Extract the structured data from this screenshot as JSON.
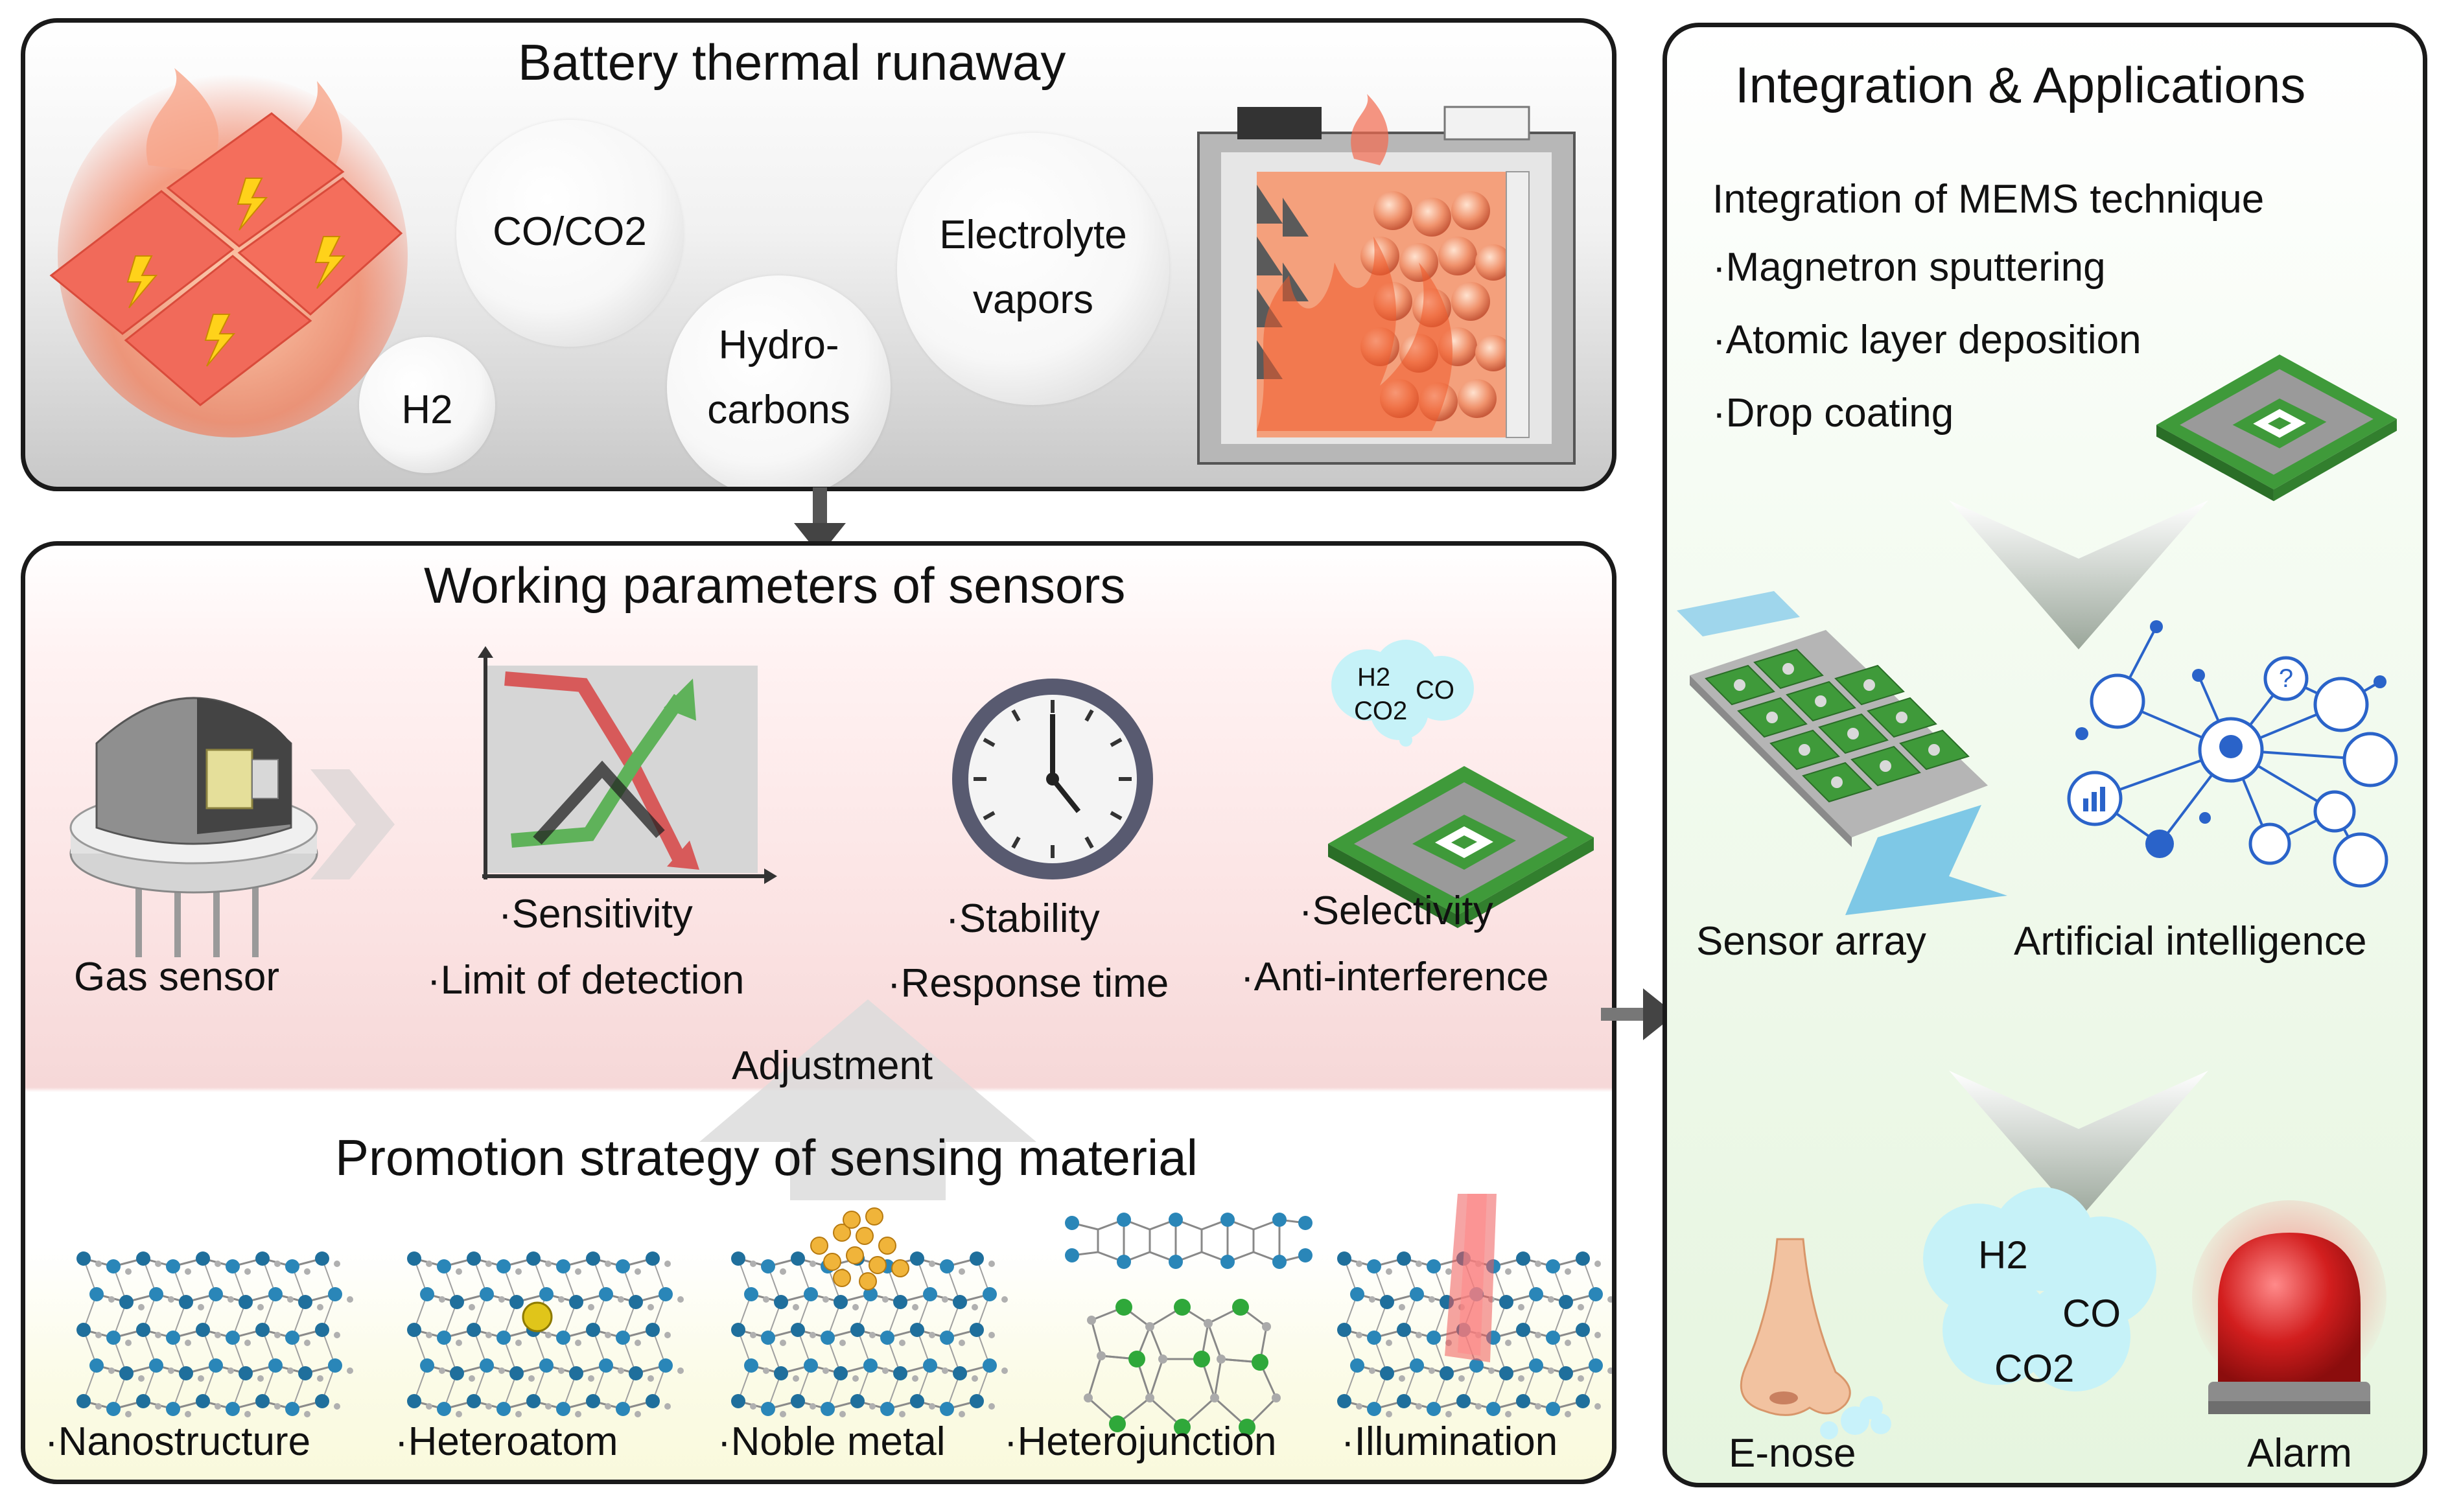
{
  "battery": {
    "title": "Battery thermal runaway",
    "gases": {
      "h2": "H2",
      "co_co2": "CO/CO2",
      "hydrocarbons_1": "Hydro-",
      "hydrocarbons_2": "carbons",
      "electrolyte_1": "Electrolyte",
      "electrolyte_2": "vapors"
    }
  },
  "params": {
    "title": "Working parameters of sensors",
    "gas_sensor": "Gas sensor",
    "sensitivity": "·Sensitivity",
    "lod": "·Limit of detection",
    "stability": "·Stability",
    "response_time": "·Response time",
    "selectivity": "·Selectivity",
    "anti_interference": "·Anti-interference",
    "adjustment": "Adjustment",
    "promotion_title": "Promotion strategy of sensing material",
    "strategies": [
      "·Nanostructure",
      "·Heteroatom",
      "·Noble metal",
      "·Heterojunction",
      "·Illumination"
    ],
    "cloud": {
      "h2": "H2",
      "co": "CO",
      "co2": "CO2"
    }
  },
  "apps": {
    "title": "Integration & Applications",
    "mems_title": "Integration of MEMS technique",
    "mems_items": [
      "·Magnetron sputtering",
      "·Atomic layer deposition",
      "·Drop coating"
    ],
    "sensor_array": "Sensor array",
    "ai": "Artificial intelligence",
    "enose": "E-nose",
    "alarm": "Alarm",
    "cloud": {
      "h2": "H2",
      "co": "CO",
      "co2": "CO2"
    }
  },
  "colors": {
    "frame": "#1a1a1a",
    "flame": "#f26a4f",
    "sensor_green": "#3f9a3a",
    "ai_blue": "#2a63c9",
    "alarm_red": "#d21e1e"
  }
}
